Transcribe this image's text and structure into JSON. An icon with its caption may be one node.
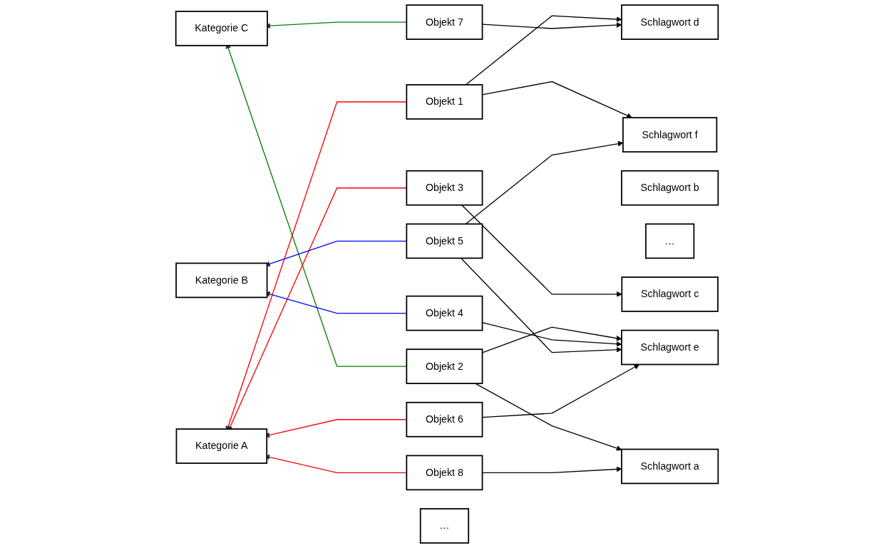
{
  "diagram": {
    "nodes": [
      {
        "text": [
          "Kategorie A"
        ]
      },
      {
        "text": [
          "Kategorie B"
        ]
      },
      {
        "text": [
          "Kategorie C"
        ]
      },
      {
        "text": [
          "Objekt 1"
        ]
      },
      {
        "text": [
          "Objekt 2"
        ]
      },
      {
        "text": [
          "Objekt 3"
        ]
      },
      {
        "text": [
          "Objekt 4"
        ]
      },
      {
        "text": [
          "Objekt 5"
        ]
      },
      {
        "text": [
          "Objekt 6"
        ]
      },
      {
        "text": [
          "Objekt 7"
        ]
      },
      {
        "text": [
          "Objekt 8"
        ]
      },
      {
        "text": [
          "…"
        ]
      },
      {
        "text": [
          "Schlagwort a"
        ]
      },
      {
        "text": [
          "Schlagwort b"
        ]
      },
      {
        "text": [
          "Schlagwort c"
        ]
      },
      {
        "text": [
          "Schlagwort d"
        ]
      },
      {
        "text": [
          "Schlagwort e"
        ]
      },
      {
        "text": [
          "Schlagwort f"
        ]
      },
      {
        "text": [
          "…"
        ]
      }
    ],
    "edges": [
      {
        "from": 3,
        "to": 0,
        "arrow": "to",
        "color": "#ff0000"
      },
      {
        "from": 4,
        "to": 2,
        "arrow": "to",
        "color": "#008000"
      },
      {
        "from": 5,
        "to": 0,
        "arrow": "to",
        "color": "#ff0000"
      },
      {
        "from": 6,
        "to": 1,
        "arrow": "to",
        "color": "#0000ff"
      },
      {
        "from": 7,
        "to": 1,
        "arrow": "to",
        "color": "#0000ff"
      },
      {
        "from": 8,
        "to": 0,
        "arrow": "to",
        "color": "#ff0000"
      },
      {
        "from": 9,
        "to": 2,
        "arrow": "to",
        "color": "#008000"
      },
      {
        "from": 10,
        "to": 0,
        "arrow": "to",
        "color": "#ff0000"
      },
      {
        "from": 3,
        "to": 15,
        "arrow": "to"
      },
      {
        "from": 3,
        "to": 17,
        "arrow": "to"
      },
      {
        "from": 4,
        "to": 12,
        "arrow": "to"
      },
      {
        "from": 4,
        "to": 16,
        "arrow": "to"
      },
      {
        "from": 5,
        "to": 14,
        "arrow": "to"
      },
      {
        "from": 6,
        "to": 16,
        "arrow": "to"
      },
      {
        "from": 7,
        "to": 16,
        "arrow": "to"
      },
      {
        "from": 7,
        "to": 17,
        "arrow": "to"
      },
      {
        "from": 8,
        "to": 16,
        "arrow": "to"
      },
      {
        "from": 9,
        "to": 15,
        "arrow": "to"
      },
      {
        "from": 10,
        "to": 12,
        "arrow": "to"
      }
    ]
  }
}
